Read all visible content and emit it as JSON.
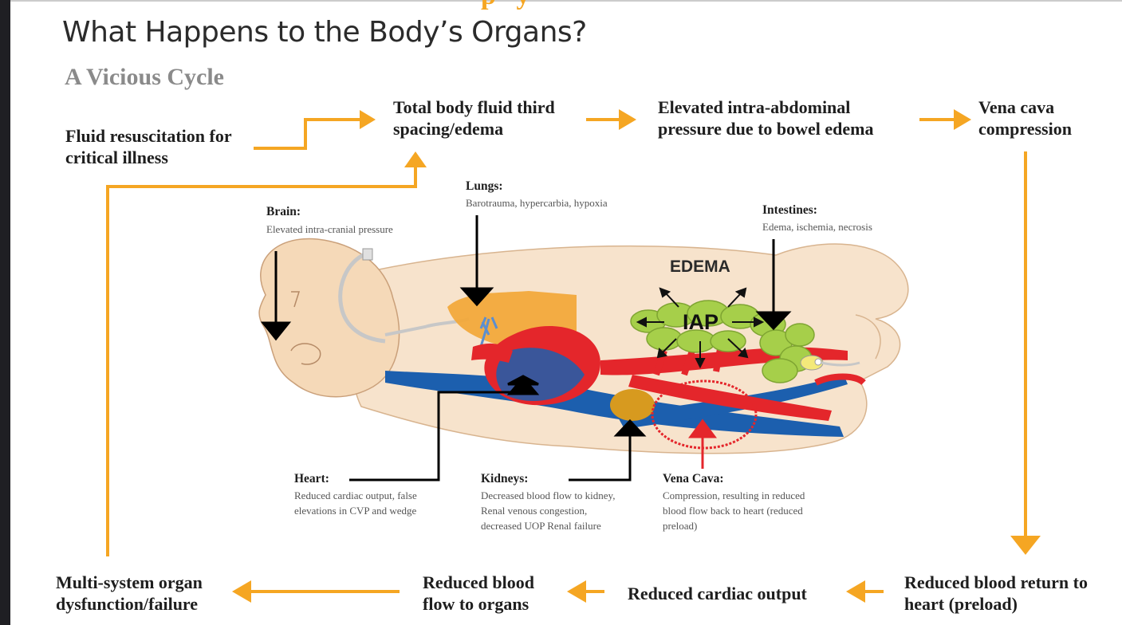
{
  "header": {
    "title": "What Happens to the Body’s Organs?",
    "subtitle": "A Vicious Cycle"
  },
  "cycle": {
    "fluid_resuscitation": "Fluid resuscitation for critical illness",
    "third_spacing": "Total body fluid third spacing/edema",
    "intra_abdominal": "Elevated intra-abdominal pressure due to bowel edema",
    "vena_cava_compression": "Vena cava compression",
    "reduced_return": "Reduced blood return to heart (preload)",
    "reduced_output": "Reduced cardiac output",
    "reduced_flow": "Reduced blood flow to organs",
    "multi_system": "Multi-system organ dysfunction/failure"
  },
  "organs": {
    "brain": {
      "label": "Brain:",
      "desc": "Elevated intra-cranial pressure"
    },
    "lungs": {
      "label": "Lungs:",
      "desc": "Barotrauma, hypercarbia, hypoxia"
    },
    "intestines": {
      "label": "Intestines:",
      "desc": "Edema, ischemia, necrosis"
    },
    "heart": {
      "label": "Heart:",
      "desc": "Reduced cardiac output, false elevations in CVP and wedge"
    },
    "kidneys": {
      "label": "Kidneys:",
      "desc": "Decreased blood flow to kidney, Renal venous congestion, decreased UOP Renal failure"
    },
    "vena_cava": {
      "label": "Vena Cava:",
      "desc": "Compression, resulting in reduced blood flow back to heart (reduced preload)"
    }
  },
  "illustration": {
    "edema_label": "EDEMA",
    "iap_label": "IAP"
  },
  "colors": {
    "arrow_orange": "#f5a623",
    "artery_red": "#e4262b",
    "vein_blue": "#1c5fae",
    "skin": "#f5d9b8",
    "bowel_green": "#a6cf4a",
    "lung_orange": "#f2a93b"
  }
}
